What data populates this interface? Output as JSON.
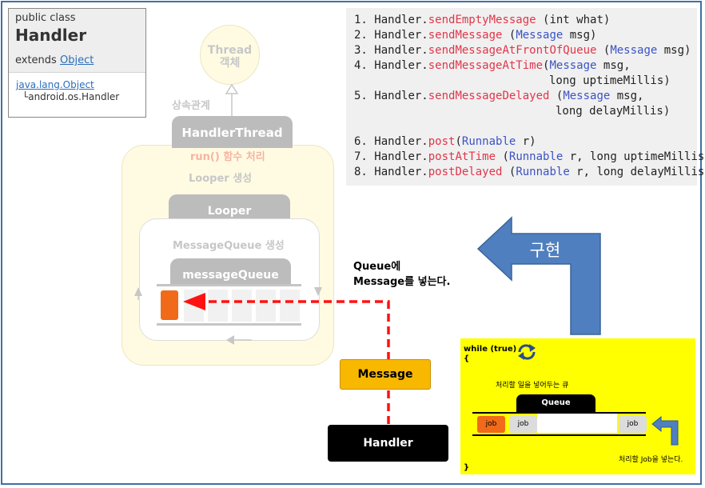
{
  "class_info": {
    "keyword": "public class",
    "name": "Handler",
    "extends_label": "extends",
    "extends_link": "Object",
    "package_root": "java.lang.Object",
    "package_child": "└android.os.Handler"
  },
  "thread_diagram": {
    "thread_label_1": "Thread",
    "thread_label_2": "객체",
    "inheritance_label": "상속관계",
    "handler_thread": "HandlerThread",
    "run_label": "run() 함수 처리",
    "looper_create": "Looper 생성",
    "looper": "Looper",
    "mq_create": "MessageQueue 생성",
    "message_queue": "messageQueue"
  },
  "methods": [
    {
      "num": "1.",
      "obj": "Handler.",
      "method": "sendEmptyMessage",
      "open": " (",
      "type": "",
      "params": "int what)"
    },
    {
      "num": "2.",
      "obj": "Handler.",
      "method": "sendMessage",
      "open": " (",
      "type": "Message",
      "params": " msg)"
    },
    {
      "num": "3.",
      "obj": "Handler.",
      "method": "sendMessageAtFrontOfQueue",
      "open": " (",
      "type": "Message",
      "params": " msg)"
    },
    {
      "num": "4.",
      "obj": "Handler.",
      "method": "sendMessageAtTime",
      "open": "(",
      "type": "Message",
      "params": " msg,",
      "cont": "long uptimeMillis)"
    },
    {
      "num": "5.",
      "obj": "Handler.",
      "method": "sendMessageDelayed",
      "open": " (",
      "type": "Message",
      "params": " msg,",
      "cont": "long delayMillis)"
    },
    {
      "num": "6.",
      "obj": "Handler.",
      "method": "post",
      "open": "(",
      "type": "Runnable",
      "params": " r)"
    },
    {
      "num": "7.",
      "obj": "Handler.",
      "method": "postAtTime",
      "open": " (",
      "type": "Runnable",
      "params": " r, long uptimeMillis)"
    },
    {
      "num": "8.",
      "obj": "Handler.",
      "method": "postDelayed",
      "open": " (",
      "type": "Runnable",
      "params": " r, long delayMillis)"
    }
  ],
  "implement_arrow_label": "구현",
  "queue_note_line1": "Queue에",
  "queue_note_line2": "Message를 넣는다.",
  "message_box": "Message",
  "handler_box": "Handler",
  "panel": {
    "while_label": "while (true)",
    "open_brace": "{",
    "close_brace": "}",
    "queue_desc": "처리할 일을 넣어두는 큐",
    "queue_label": "Queue",
    "job_1": "job",
    "job_2": "job",
    "job_3": "job",
    "put_job": "처리할 Job을 넣는다."
  },
  "colors": {
    "frame": "#3f6fa8",
    "dashed_arrow": "#ff1111",
    "method_name": "#e0364a",
    "type_name": "#3b53c4",
    "implement_arrow": "#4f7fbf",
    "panel_bg": "#ffff00",
    "message_bg": "#f9b800",
    "queue_job_orange": "#f06a1a"
  }
}
